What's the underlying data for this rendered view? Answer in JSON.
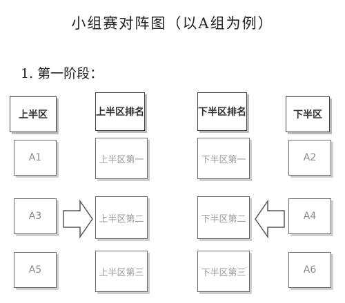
{
  "title": "小组赛对阵图（以A组为例）",
  "stage": "1. 第一阶段：",
  "columns": {
    "upper_zone": {
      "header": "上半区",
      "items": [
        "A1",
        "A3",
        "A5"
      ]
    },
    "upper_rank": {
      "header": "上半区排名",
      "items": [
        "上半区第一",
        "上半区第二",
        "上半区第三"
      ]
    },
    "lower_rank": {
      "header": "下半区排名",
      "items": [
        "下半区第一",
        "下半区第二",
        "下半区第三"
      ]
    },
    "lower_zone": {
      "header": "下半区",
      "items": [
        "A2",
        "A4",
        "A6"
      ]
    }
  },
  "arrows": [
    {
      "name": "arrow-right-icon",
      "direction": "right"
    },
    {
      "name": "arrow-left-icon",
      "direction": "left"
    }
  ]
}
